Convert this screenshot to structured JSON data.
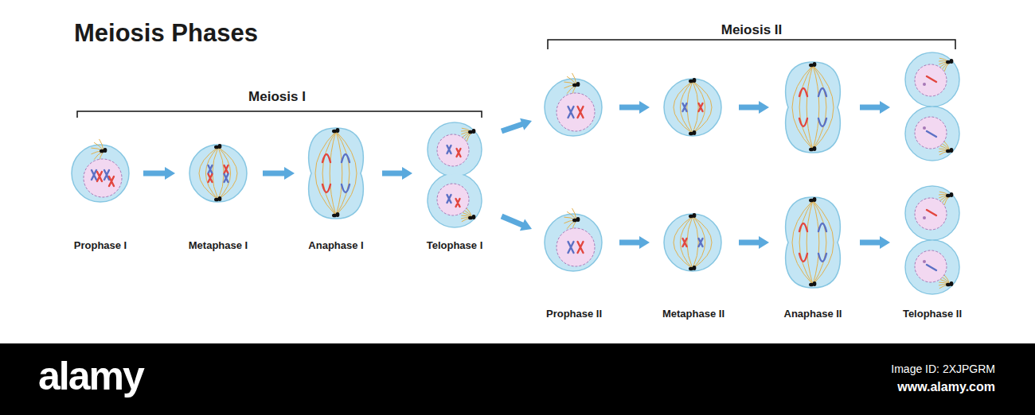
{
  "diagram": {
    "title": "Meiosis Phases",
    "labels": [
      "Meiosis I",
      "Meiosis II",
      "Prophase I",
      "Metaphase I",
      "Anaphase I",
      "Telophase I",
      "Prophase II",
      "Metaphase II",
      "Anaphase II",
      "Telophase II",
      "alamy",
      "Image ID: 2XJPGRM",
      "www.alamy.com"
    ]
  }
}
